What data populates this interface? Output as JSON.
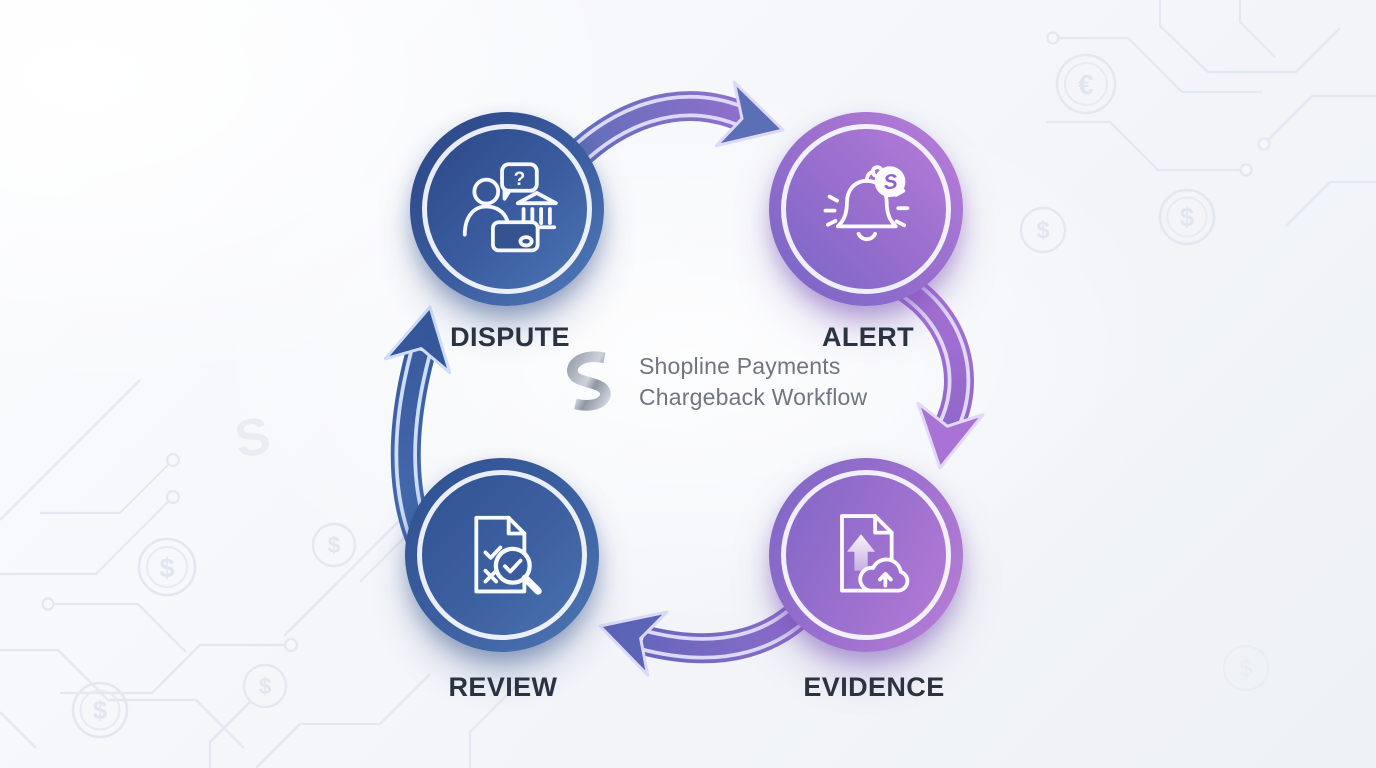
{
  "brand": {
    "logo": "shopline-s-logo",
    "line1": "Shopline Payments",
    "line2": "Chargeback Workflow",
    "text_color": "#6f7581"
  },
  "workflow": {
    "type": "cycle",
    "direction": "clockwise",
    "steps": [
      {
        "label": "DISPUTE",
        "icon": "customer-bank-card-dispute-icon",
        "theme": "blue",
        "color_start": "#2a4584",
        "color_end": "#507ab8",
        "speech_bubble_glyph": "?"
      },
      {
        "label": "ALERT",
        "icon": "notification-bell-icon",
        "theme": "purple",
        "color_start": "#bb7eda",
        "color_end": "#7565c5",
        "badge_glyph": "S"
      },
      {
        "label": "EVIDENCE",
        "icon": "document-upload-cloud-icon",
        "theme": "purple",
        "color_start": "#7c66c5",
        "color_end": "#b97dd6"
      },
      {
        "label": "REVIEW",
        "icon": "document-check-magnifier-icon",
        "theme": "blue",
        "color_start": "#2e5090",
        "color_end": "#4e76b4"
      }
    ],
    "label_color": "#2b3343",
    "arrow_colors": {
      "blue": "#3f63a6",
      "purple": "#9c6ed1",
      "blend": "#5c64b8",
      "outline_light": "#ded9f8"
    }
  },
  "background": {
    "base_color": "#f3f5f9",
    "pattern": "circuit-traces",
    "trace_color": "#e3e7f0",
    "watermark_glyph": "S",
    "coins": [
      {
        "symbol": "€"
      },
      {
        "symbol": "$"
      },
      {
        "symbol": "$"
      },
      {
        "symbol": "$"
      },
      {
        "symbol": "$"
      },
      {
        "symbol": "$"
      },
      {
        "symbol": "$"
      },
      {
        "symbol": "$"
      }
    ]
  }
}
